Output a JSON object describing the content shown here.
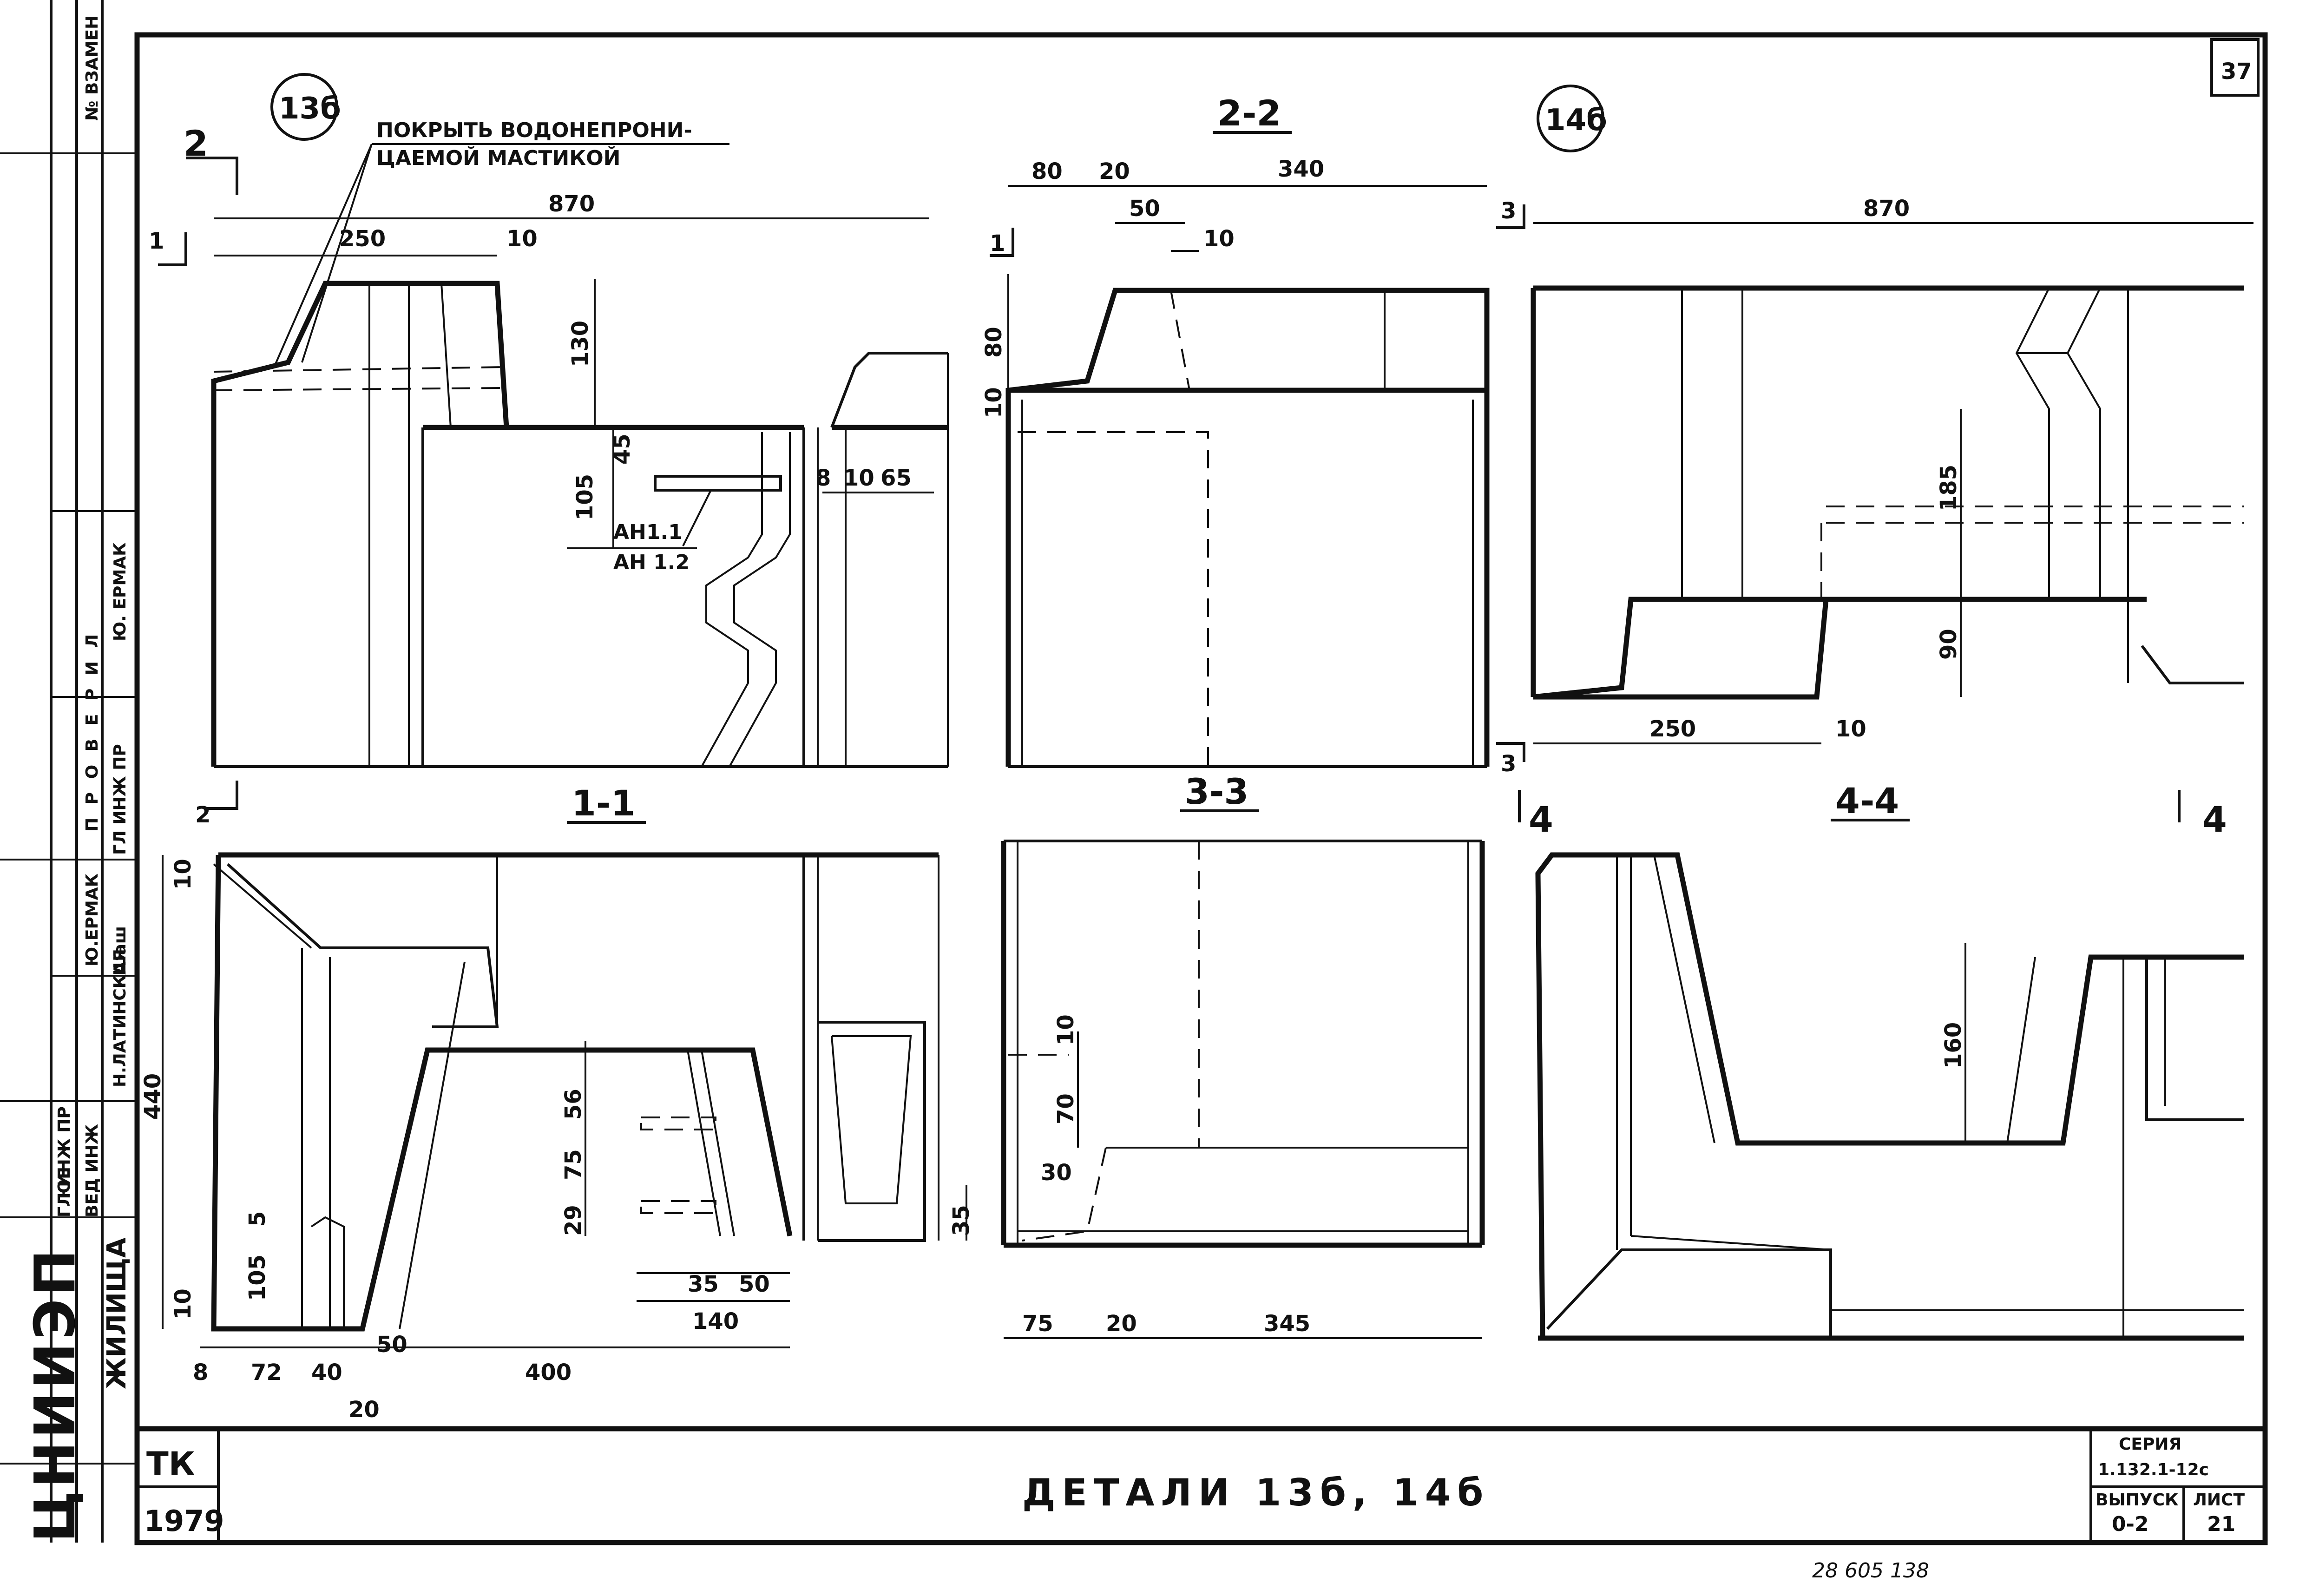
{
  "sheet_number": "37",
  "title": "ДЕТАЛИ  13б, 14б",
  "title_block": {
    "series_label": "СЕРИЯ",
    "series_value": "1.132.1-12с",
    "issue_label": "ВЫПУСК",
    "issue_value": "0-2",
    "sheet_label": "ЛИСТ",
    "sheet_value": "21",
    "tk": "ТК",
    "year": "1979",
    "org": "ЦНИИЭП",
    "org_dept": "ЖИЛИЩА",
    "handwritten": "28 605  138"
  },
  "side_stamp": {
    "inv": "№ ВЗАМЕН",
    "checked": "П Р О В Е Р И Л",
    "ermak_1": "Ю. ЕРМАК",
    "title_engineer": "ГЛ ИНЖ ПР",
    "ermak_2": "Ю.ЕРМАК",
    "latinskaya": "Н.ЛАТИНСКАЯ",
    "gl_inzh": "ГЛ ИНЖ ПР",
    "ved_inzh": "ВЕД ИНЖ",
    "sign_1": "ЮЕ",
    "sign_2": "Шаш"
  },
  "details": {
    "d13": "13б",
    "d14": "14б"
  },
  "note": {
    "line1": "ПОКРЫТЬ ВОДОНЕПРОНИ-",
    "line2": "ЦАЕМОЙ МАСТИКОЙ"
  },
  "sections": {
    "s11": "1-1",
    "s22": "2-2",
    "s33": "3-3",
    "s44": "4-4"
  },
  "markers": {
    "m1": "1",
    "m2": "2",
    "m3": "3",
    "m4": "4"
  },
  "anchors": {
    "a1": "АН1.1",
    "a2": "АН 1.2"
  },
  "dims_13b": {
    "overall": "870",
    "w250": "250",
    "w10": "10",
    "h130": "130",
    "h45": "45",
    "h105": "105",
    "w8": "8",
    "w10b": "10",
    "w65": "65"
  },
  "dims_22": {
    "w80": "80",
    "w20": "20",
    "w340": "340",
    "w50": "50",
    "w10": "10",
    "h80": "80",
    "h10": "10"
  },
  "dims_14b": {
    "overall": "870",
    "h185": "185",
    "h90": "90",
    "w250": "250",
    "w10": "10"
  },
  "dims_11": {
    "h10": "10",
    "h440": "440",
    "h5": "5",
    "h105": "105",
    "h10b": "10",
    "w8": "8",
    "w72": "72",
    "w40": "40",
    "w50": "50",
    "w20": "20",
    "w400": "400",
    "h56": "56",
    "h75": "75",
    "h29": "29",
    "w35": "35",
    "w50b": "50",
    "w140": "140",
    "h35": "35"
  },
  "dims_33": {
    "h10": "10",
    "h70": "70",
    "h30": "30",
    "w75": "75",
    "w20": "20",
    "w345": "345"
  },
  "dims_44": {
    "h160": "160"
  }
}
